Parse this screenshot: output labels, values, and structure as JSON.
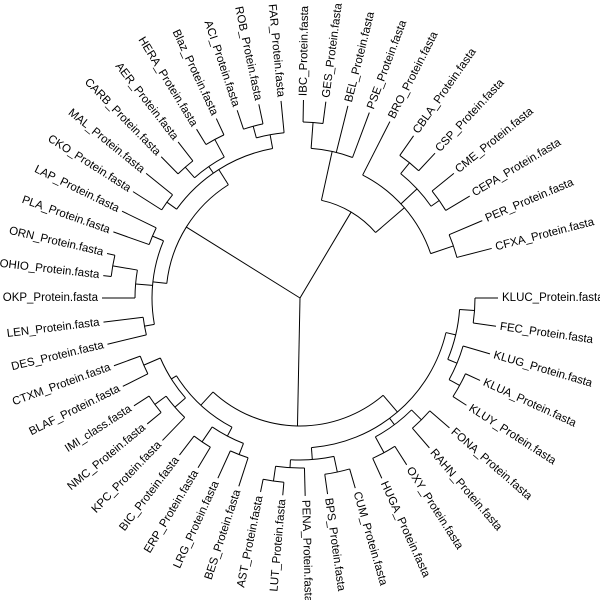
{
  "tree": {
    "type": "circular-phylogram",
    "line_color": "#000000",
    "background": "#ffffff",
    "tips": [
      {
        "label": "KLUC_Protein.fasta",
        "angle": 0
      },
      {
        "label": "FEC_Protein.fasta",
        "angle": 8.2
      },
      {
        "label": "KLUG_Protein.fasta",
        "angle": 16.4
      },
      {
        "label": "KLUA_Protein.fasta",
        "angle": 24.6
      },
      {
        "label": "KLUY_Protein.fasta",
        "angle": 32.8
      },
      {
        "label": "FONA_Protein.fasta",
        "angle": 41.0
      },
      {
        "label": "RAHN_Protein.fasta",
        "angle": 49.2
      },
      {
        "label": "OXY_Protein.fasta",
        "angle": 57.4
      },
      {
        "label": "HUGA_Protein.fasta",
        "angle": 65.6
      },
      {
        "label": "CUM_Protein.fasta",
        "angle": 73.8
      },
      {
        "label": "BPS_Protein.fasta",
        "angle": 82.0
      },
      {
        "label": "PENA_Protein.fasta",
        "angle": 88.5
      },
      {
        "label": "LUT_Protein.fasta",
        "angle": 95.0
      },
      {
        "label": "AST_Protein.fasta",
        "angle": 101.5
      },
      {
        "label": "BES_Protein.fasta",
        "angle": 108.0
      },
      {
        "label": "LRG_Protein.fasta",
        "angle": 114.5
      },
      {
        "label": "ERP_Protein.fasta",
        "angle": 121.0
      },
      {
        "label": "BIC_Protein.fasta",
        "angle": 127.5
      },
      {
        "label": "KPC_Protein.fasta",
        "angle": 134.0
      },
      {
        "label": "NMC_Protein.fasta",
        "angle": 140.5
      },
      {
        "label": "IMI_class.fasta",
        "angle": 147.0
      },
      {
        "label": "BLAF_Protein.fasta",
        "angle": 153.5
      },
      {
        "label": "CTXM_Protein.fasta",
        "angle": 160.0
      },
      {
        "label": "DES_Protein.fasta",
        "angle": 166.5
      },
      {
        "label": "LEN_Protein.fasta",
        "angle": 173.0
      },
      {
        "label": "OKP_Protein.fasta",
        "angle": 180.0
      },
      {
        "label": "OHIO_Protein.fasta",
        "angle": 186.5
      },
      {
        "label": "ORN_Protein.fasta",
        "angle": 193.0
      },
      {
        "label": "PLA_Protein.fasta",
        "angle": 199.5
      },
      {
        "label": "LAP_Protein.fasta",
        "angle": 206.0
      },
      {
        "label": "CKO_Protein.fasta",
        "angle": 212.5
      },
      {
        "label": "MAL_Protein.fasta",
        "angle": 219.0
      },
      {
        "label": "CARB_Protein.fasta",
        "angle": 225.5
      },
      {
        "label": "AER_Protein.fasta",
        "angle": 232.0
      },
      {
        "label": "HERA_Protein.fasta",
        "angle": 238.5
      },
      {
        "label": "Blaz_Protein.fasta",
        "angle": 245.0
      },
      {
        "label": "ACI_Protein.fasta",
        "angle": 251.5
      },
      {
        "label": "ROB_Protein.fasta",
        "angle": 258.0
      },
      {
        "label": "FAR_Protein.fasta",
        "angle": 264.5
      },
      {
        "label": "IBC_Protein.fasta",
        "angle": 271.0
      },
      {
        "label": "GES_Protein.fasta",
        "angle": 277.5
      },
      {
        "label": "BEL_Protein.fasta",
        "angle": 284.0
      },
      {
        "label": "PSE_Protein.fasta",
        "angle": 290.5
      },
      {
        "label": "BRO_Protein.fasta",
        "angle": 297.0
      },
      {
        "label": "CBLA_Protein.fasta",
        "angle": 305.0
      },
      {
        "label": "CSP_Protein.fasta",
        "angle": 313.0
      },
      {
        "label": "CME_Protein.fasta",
        "angle": 321.0
      },
      {
        "label": "CEPA_Protein.fasta",
        "angle": 329.0
      },
      {
        "label": "PER_Protein.fasta",
        "angle": 337.0
      },
      {
        "label": "CFXA_Protein.fasta",
        "angle": 345.5
      }
    ]
  }
}
